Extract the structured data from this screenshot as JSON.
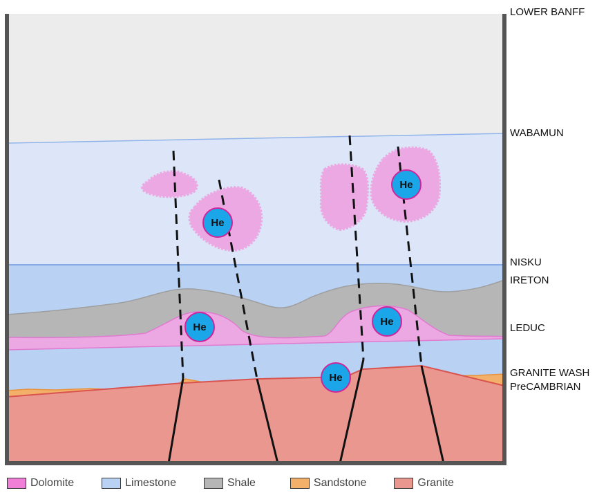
{
  "layer_labels": {
    "lower_banff": "LOWER BANFF",
    "wabamun": "WABAMUN",
    "nisku": "NISKU",
    "ireton": "IRETON",
    "leduc": "LEDUC",
    "granite_wash": "GRANITE WASH",
    "precambrian": "PreCAMBRIAN"
  },
  "helium_markers": [
    {
      "label": "He"
    },
    {
      "label": "He"
    },
    {
      "label": "He"
    },
    {
      "label": "He"
    },
    {
      "label": "He"
    }
  ],
  "legend": [
    {
      "label": "Dolomite",
      "color": "#f07fd7"
    },
    {
      "label": "Limestone",
      "color": "#b9d2f4"
    },
    {
      "label": "Shale",
      "color": "#b6b6b6"
    },
    {
      "label": "Sandstone",
      "color": "#f3b06b"
    },
    {
      "label": "Granite",
      "color": "#e9978f"
    }
  ],
  "colors": {
    "banff": "#ececec",
    "wabamun": "#dce6f8",
    "nisku": "#b9d2f4",
    "shale": "#b6b6b6",
    "dolomite": "#eca8e2",
    "sandstone": "#f3b06b",
    "granite": "#e9978f",
    "helium": "#1aa6e8",
    "helium_ring": "#d0249a"
  }
}
